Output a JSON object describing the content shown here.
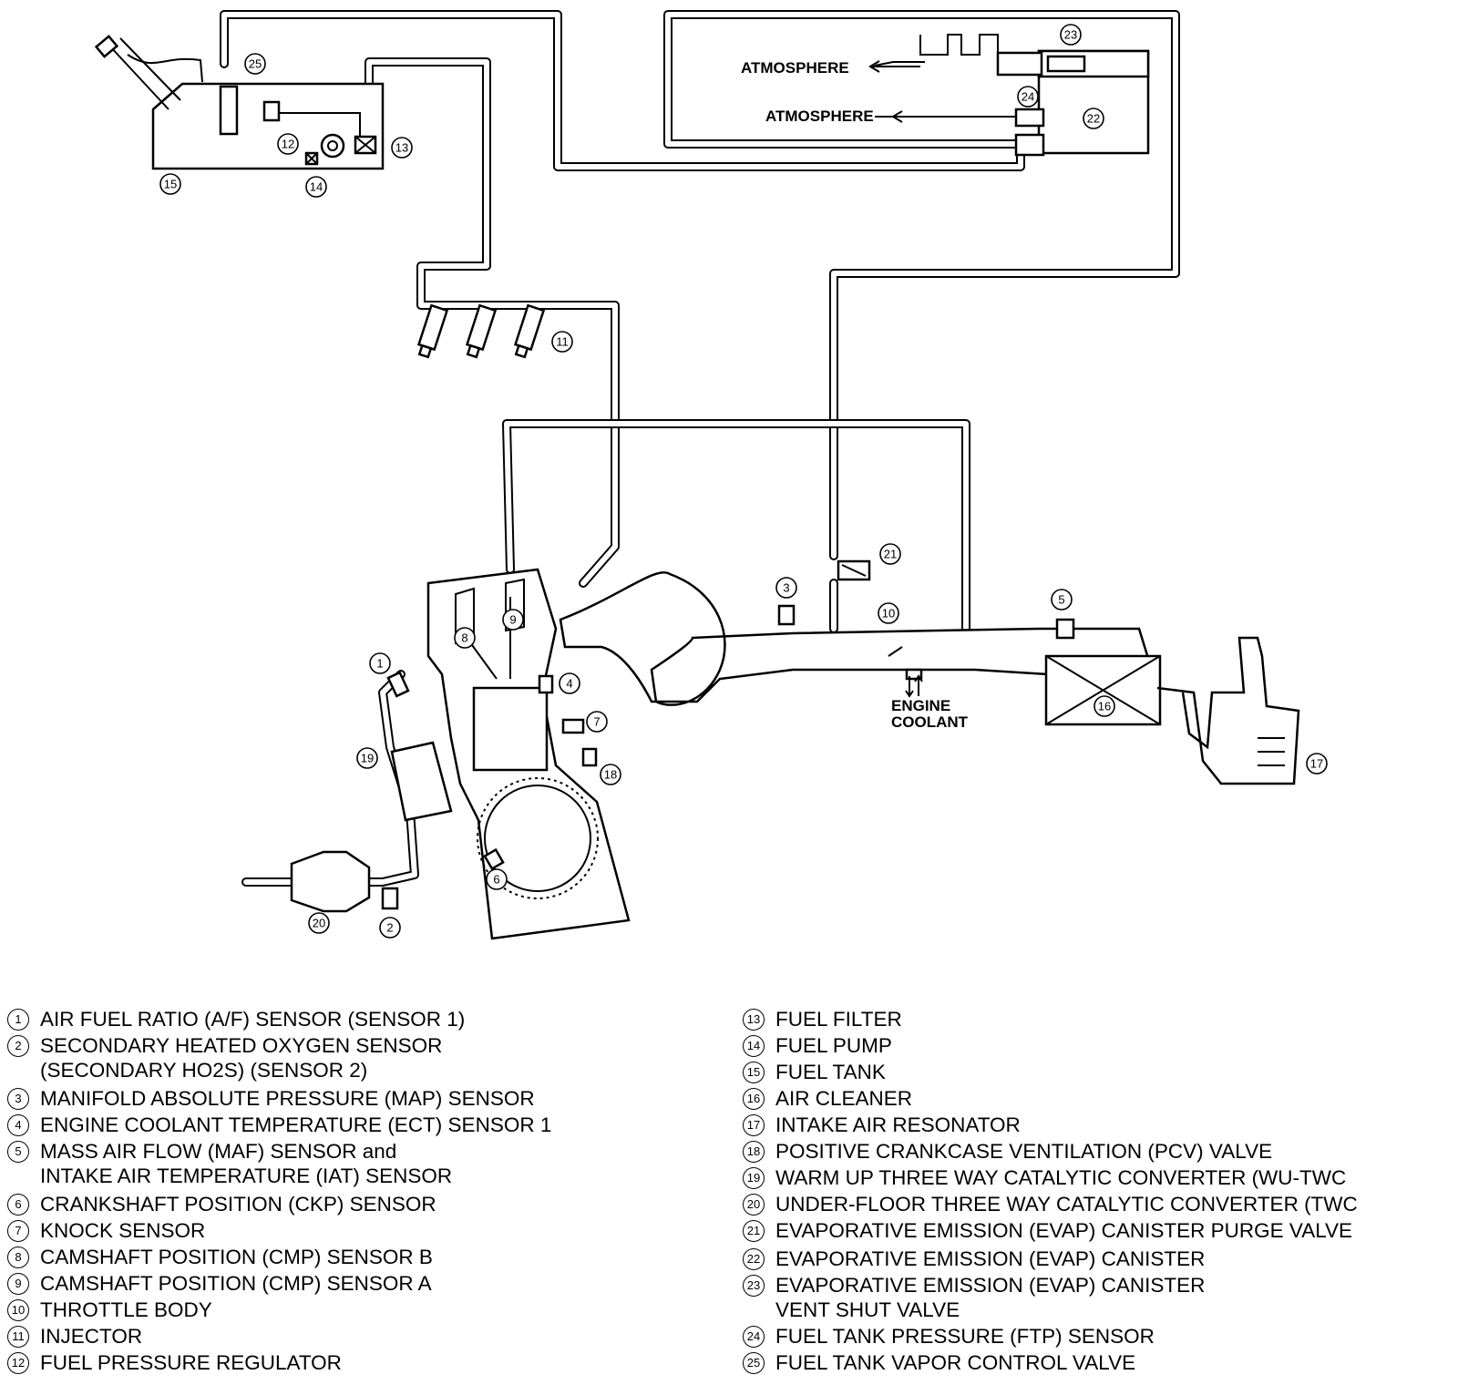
{
  "diagram": {
    "labels": {
      "atmosphere_top": "ATMOSPHERE",
      "atmosphere_bottom": "ATMOSPHERE",
      "engine_coolant_1": "ENGINE",
      "engine_coolant_2": "COOLANT"
    },
    "callouts": [
      "1",
      "2",
      "3",
      "4",
      "5",
      "6",
      "7",
      "8",
      "9",
      "10",
      "11",
      "12",
      "13",
      "14",
      "15",
      "16",
      "17",
      "18",
      "19",
      "20",
      "21",
      "22",
      "23",
      "24",
      "25"
    ]
  },
  "legend": {
    "left": [
      {
        "num": "1",
        "text": "AIR FUEL RATIO (A/F) SENSOR (SENSOR 1)"
      },
      {
        "num": "2",
        "text": "SECONDARY HEATED OXYGEN SENSOR\n(SECONDARY HO2S) (SENSOR 2)"
      },
      {
        "num": "3",
        "text": "MANIFOLD ABSOLUTE PRESSURE (MAP) SENSOR"
      },
      {
        "num": "4",
        "text": "ENGINE COOLANT TEMPERATURE (ECT) SENSOR 1"
      },
      {
        "num": "5",
        "text": "MASS AIR FLOW (MAF) SENSOR and\nINTAKE AIR TEMPERATURE (IAT) SENSOR"
      },
      {
        "num": "6",
        "text": "CRANKSHAFT POSITION (CKP) SENSOR"
      },
      {
        "num": "7",
        "text": "KNOCK SENSOR"
      },
      {
        "num": "8",
        "text": "CAMSHAFT POSITION (CMP) SENSOR B"
      },
      {
        "num": "9",
        "text": "CAMSHAFT POSITION (CMP) SENSOR A"
      },
      {
        "num": "10",
        "text": "THROTTLE BODY"
      },
      {
        "num": "11",
        "text": "INJECTOR"
      },
      {
        "num": "12",
        "text": "FUEL PRESSURE REGULATOR"
      }
    ],
    "right": [
      {
        "num": "13",
        "text": "FUEL FILTER"
      },
      {
        "num": "14",
        "text": "FUEL PUMP"
      },
      {
        "num": "15",
        "text": "FUEL TANK"
      },
      {
        "num": "16",
        "text": "AIR CLEANER"
      },
      {
        "num": "17",
        "text": "INTAKE AIR RESONATOR"
      },
      {
        "num": "18",
        "text": "POSITIVE CRANKCASE VENTILATION (PCV) VALVE"
      },
      {
        "num": "19",
        "text": "WARM UP THREE WAY CATALYTIC CONVERTER (WU-TWC"
      },
      {
        "num": "20",
        "text": "UNDER-FLOOR THREE WAY CATALYTIC CONVERTER (TWC"
      },
      {
        "num": "21",
        "text": "EVAPORATIVE EMISSION (EVAP) CANISTER PURGE VALVE"
      },
      {
        "num": "22",
        "text": "EVAPORATIVE EMISSION (EVAP) CANISTER"
      },
      {
        "num": "23",
        "text": "EVAPORATIVE EMISSION (EVAP) CANISTER\nVENT SHUT VALVE"
      },
      {
        "num": "24",
        "text": "FUEL TANK PRESSURE (FTP) SENSOR"
      },
      {
        "num": "25",
        "text": "FUEL TANK VAPOR CONTROL VALVE"
      }
    ]
  }
}
